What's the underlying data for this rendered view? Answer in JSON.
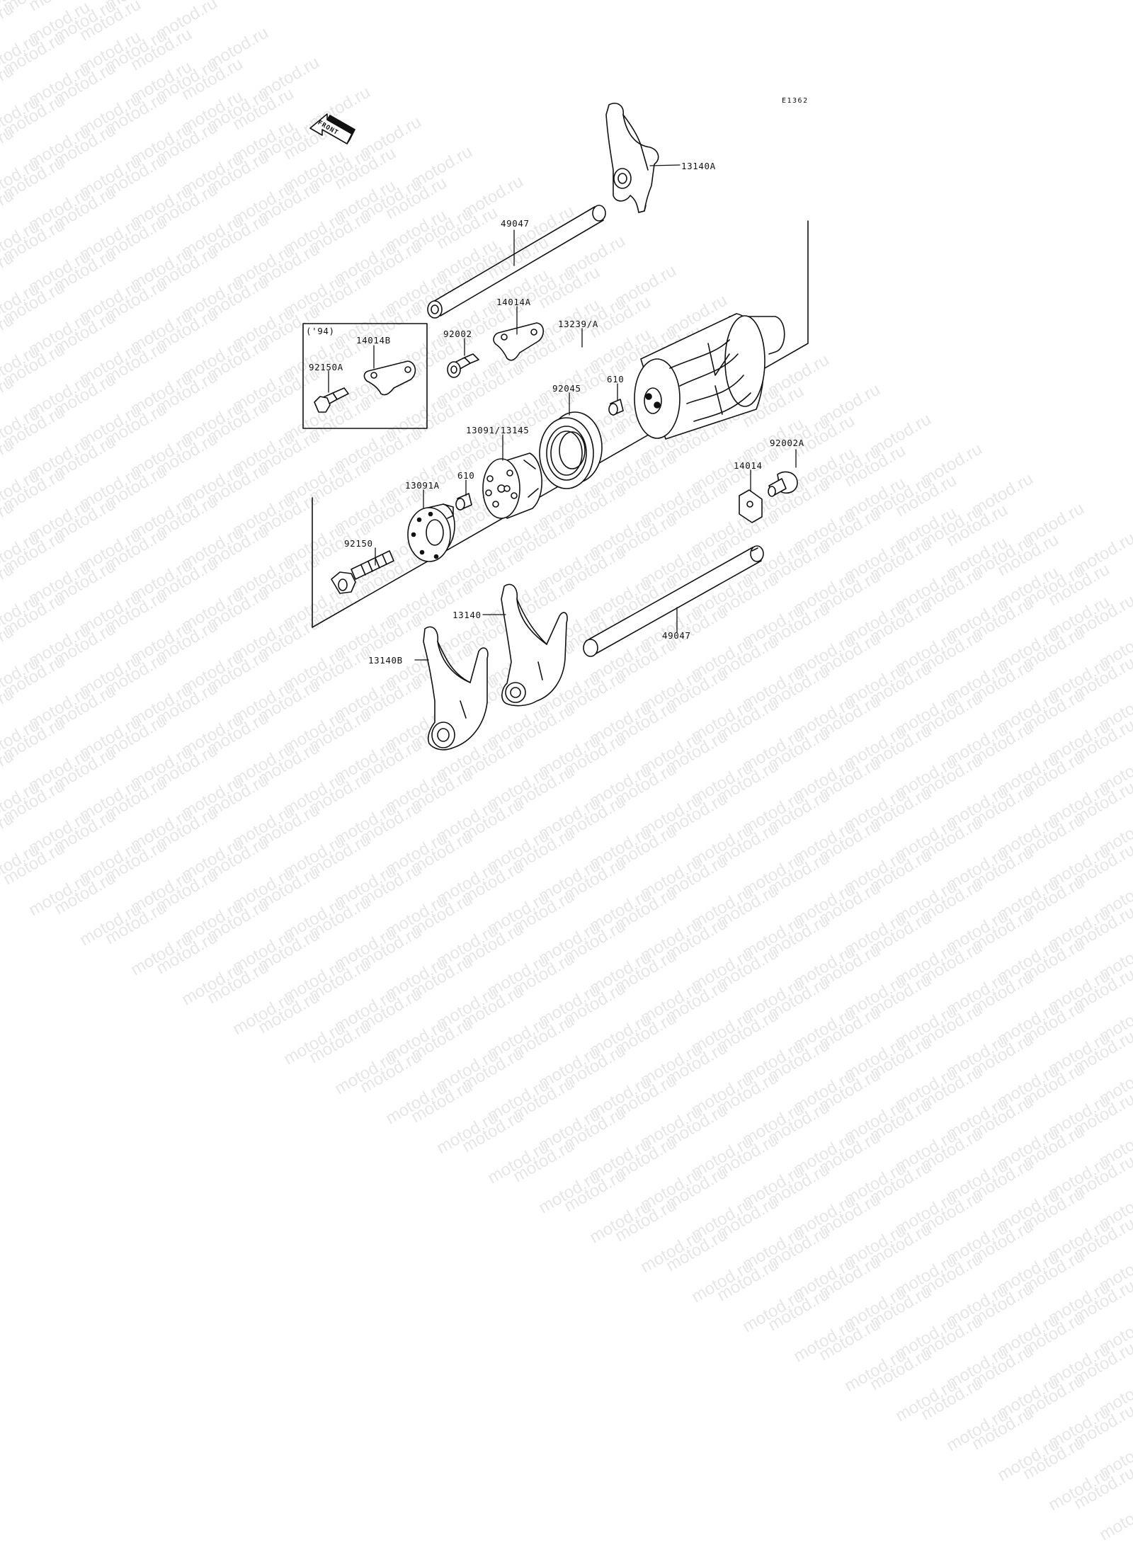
{
  "watermark": "motod.ru",
  "diagram_code": "E1362",
  "front_label": "FRONT",
  "variant_label": "('94)",
  "parts": [
    {
      "id": "p-13140a",
      "label": "13140A"
    },
    {
      "id": "p-49047-top",
      "label": "49047"
    },
    {
      "id": "p-14014a",
      "label": "14014A"
    },
    {
      "id": "p-13239a",
      "label": "13239/A"
    },
    {
      "id": "p-92002",
      "label": "92002"
    },
    {
      "id": "p-14014b",
      "label": "14014B"
    },
    {
      "id": "p-92150a",
      "label": "92150A"
    },
    {
      "id": "p-610-top",
      "label": "610"
    },
    {
      "id": "p-92045",
      "label": "92045"
    },
    {
      "id": "p-13091-13145",
      "label": "13091/13145"
    },
    {
      "id": "p-610-mid",
      "label": "610"
    },
    {
      "id": "p-13091a",
      "label": "13091A"
    },
    {
      "id": "p-92002a",
      "label": "92002A"
    },
    {
      "id": "p-14014",
      "label": "14014"
    },
    {
      "id": "p-92150",
      "label": "92150"
    },
    {
      "id": "p-13140",
      "label": "13140"
    },
    {
      "id": "p-49047-bottom",
      "label": "49047"
    },
    {
      "id": "p-13140b",
      "label": "13140B"
    }
  ],
  "colors": {
    "line": "#111111",
    "watermark": "#e6e6e6",
    "background": "#ffffff"
  }
}
